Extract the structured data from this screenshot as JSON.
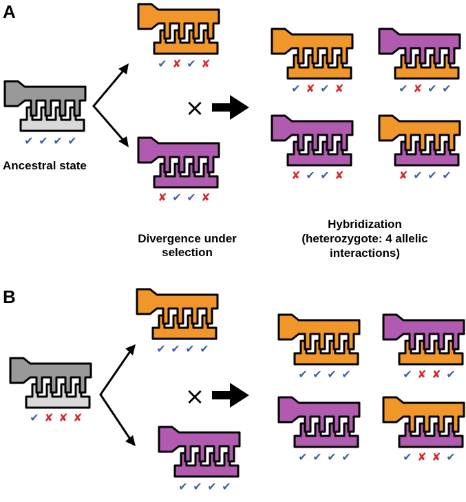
{
  "panels": [
    {
      "letter": "A",
      "ancestral_label": "Ancestral state",
      "divergence_label": [
        "Divergence under",
        "selection"
      ],
      "hybridization_label": [
        "Hybridization",
        "(heterozygote: 4 allelic",
        "interactions)"
      ],
      "ancestral_marks": [
        "check",
        "check",
        "check",
        "check"
      ],
      "diverged": [
        {
          "color": "orange",
          "marks": [
            "check",
            "cross",
            "check",
            "cross"
          ]
        },
        {
          "color": "purple",
          "marks": [
            "cross",
            "check",
            "check",
            "cross"
          ]
        }
      ],
      "hybrids": [
        {
          "top": "orange",
          "bottom": "orange",
          "marks": [
            "check",
            "cross",
            "check",
            "cross"
          ]
        },
        {
          "top": "purple",
          "bottom": "orange",
          "marks": [
            "check",
            "cross",
            "check",
            "check"
          ]
        },
        {
          "top": "purple",
          "bottom": "purple",
          "marks": [
            "cross",
            "check",
            "check",
            "cross"
          ]
        },
        {
          "top": "orange",
          "bottom": "purple",
          "marks": [
            "cross",
            "check",
            "check",
            "check"
          ]
        }
      ]
    },
    {
      "letter": "B",
      "ancestral_marks": [
        "check",
        "cross",
        "cross",
        "cross"
      ],
      "diverged": [
        {
          "color": "orange",
          "marks": [
            "check",
            "check",
            "check",
            "check"
          ]
        },
        {
          "color": "purple",
          "marks": [
            "check",
            "check",
            "check",
            "check"
          ]
        }
      ],
      "hybrids": [
        {
          "top": "orange",
          "bottom": "orange",
          "marks": [
            "check",
            "check",
            "check",
            "check"
          ]
        },
        {
          "top": "purple",
          "bottom": "orange",
          "marks": [
            "check",
            "cross",
            "cross",
            "check"
          ]
        },
        {
          "top": "purple",
          "bottom": "purple",
          "marks": [
            "check",
            "check",
            "check",
            "check"
          ]
        },
        {
          "top": "orange",
          "bottom": "purple",
          "marks": [
            "check",
            "cross",
            "cross",
            "check"
          ]
        }
      ]
    }
  ],
  "cross_symbol": "×",
  "symbols": {
    "check": "✔",
    "cross": "✘"
  },
  "colors": {
    "orange": "#f0962a",
    "purple": "#b05bb0",
    "gray_dark": "#999999",
    "gray_light": "#d9d9d9",
    "check": "#3d5fa8",
    "cross": "#d8262a"
  }
}
